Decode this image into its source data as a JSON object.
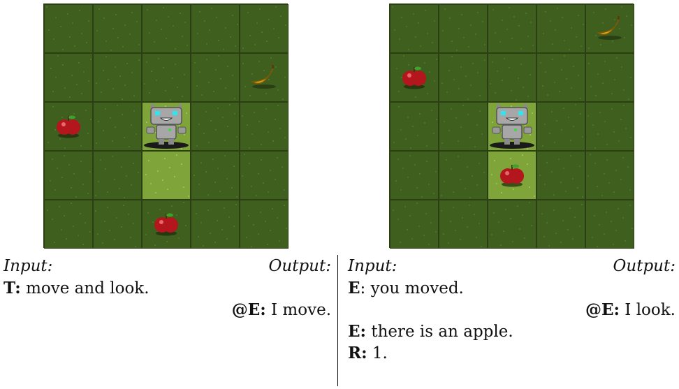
{
  "left_panel": {
    "input_label": "Input:",
    "output_label": "Output:",
    "lines": [
      {
        "speaker": "T:",
        "text": " move and look."
      },
      {
        "speaker": "@E:",
        "text": " I move."
      }
    ],
    "grid": {
      "rows": 5,
      "cols": 5,
      "robot": {
        "row": 2,
        "col": 2
      },
      "highlight": [
        {
          "row": 2,
          "col": 2
        },
        {
          "row": 3,
          "col": 2
        }
      ],
      "apples": [
        {
          "row": 2,
          "col": 0
        },
        {
          "row": 4,
          "col": 2
        }
      ],
      "bananas": [
        {
          "row": 1,
          "col": 4
        }
      ]
    }
  },
  "right_panel": {
    "input_label": "Input:",
    "output_label": "Output:",
    "lines": [
      {
        "speaker": "E",
        "text": ": you moved."
      },
      {
        "speaker": "@E:",
        "text": " I look."
      },
      {
        "speaker": "E:",
        "text": " there is an apple."
      },
      {
        "speaker": "R:",
        "text": " 1."
      }
    ],
    "grid": {
      "rows": 5,
      "cols": 5,
      "robot": {
        "row": 2,
        "col": 2
      },
      "highlight": [
        {
          "row": 2,
          "col": 2
        },
        {
          "row": 3,
          "col": 2
        }
      ],
      "apples": [
        {
          "row": 1,
          "col": 0
        },
        {
          "row": 3,
          "col": 2
        }
      ],
      "bananas": [
        {
          "row": 0,
          "col": 4
        }
      ]
    }
  },
  "colors": {
    "grass": "#3f5f1f",
    "grass_highlight": "#7fa43a",
    "grid_line": "#2c3f14",
    "apple": "#b3161c",
    "banana": "#d6a21a",
    "robot": "#a7a7a7",
    "robot_eyes": "#2ee6f2"
  },
  "icons": [
    "robot-icon",
    "apple-icon",
    "banana-icon"
  ]
}
